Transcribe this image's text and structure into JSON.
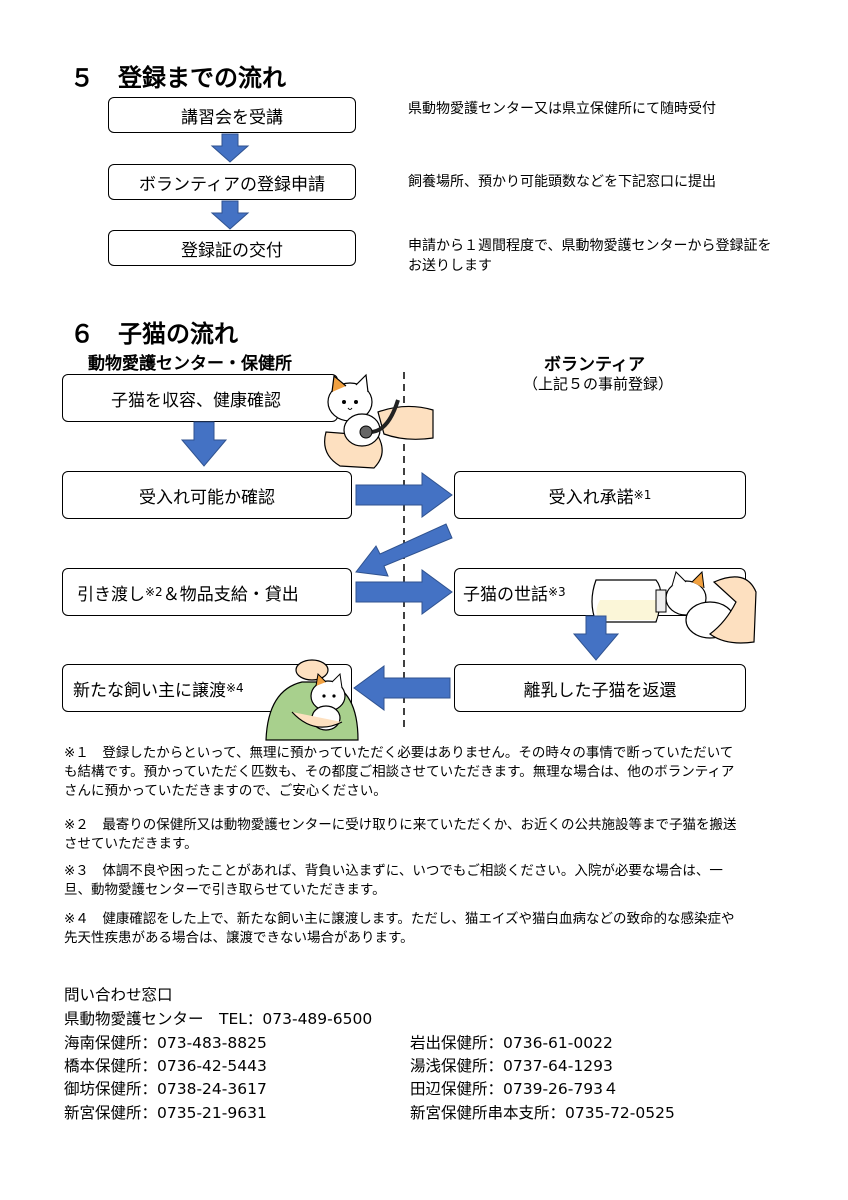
{
  "section5": {
    "heading": "５　登録までの流れ",
    "steps": [
      {
        "label": "講習会を受講",
        "desc": "県動物愛護センター又は県立保健所にて随時受付"
      },
      {
        "label": "ボランティアの登録申請",
        "desc": "飼養場所、預かり可能頭数などを下記窓口に提出"
      },
      {
        "label": "登録証の交付",
        "desc": "申請から１週間程度で、県動物愛護センターから登録証をお送りします"
      }
    ]
  },
  "section6": {
    "heading": "６　子猫の流れ",
    "left_header": "動物愛護センター・保健所",
    "right_header": "ボランティア",
    "right_subheader": "（上記５の事前登録）",
    "boxes": {
      "intake": "子猫を収容、健康確認",
      "confirm": "受入れ可能か確認",
      "accept": "受入れ承諾",
      "accept_mark": "※1",
      "handover": "引き渡し",
      "handover_mark": "※2",
      "handover_rest": "＆物品支給・貸出",
      "care": "子猫の世話",
      "care_mark": "※3",
      "return": "離乳した子猫を返還",
      "adopt": "新たな飼い主に譲渡",
      "adopt_mark": "※4"
    }
  },
  "notes": [
    {
      "mark": "※１",
      "text": "登録したからといって、無理に預かっていただく必要はありません。その時々の事情で断っていただいても結構です。預かっていただく匹数も、その都度ご相談させていただきます。無理な場合は、他のボランティアさんに預かっていただきますので、ご安心ください。"
    },
    {
      "mark": "※２",
      "text": "最寄りの保健所又は動物愛護センターに受け取りに来ていただくか、お近くの公共施設等まで子猫を搬送させていただきます。"
    },
    {
      "mark": "※３",
      "text": "体調不良や困ったことがあれば、背負い込まずに、いつでもご相談ください。入院が必要な場合は、一旦、動物愛護センターで引き取らせていただきます。"
    },
    {
      "mark": "※４",
      "text": "健康確認をした上で、新たな飼い主に譲渡します。ただし、猫エイズや猫白血病などの致命的な感染症や先天性疾患がある場合は、譲渡できない場合があります。"
    }
  ],
  "contact": {
    "title": "問い合わせ窓口",
    "center": "県動物愛護センター　TEL：073-489-6500",
    "offices": [
      "海南保健所：073-483-8825",
      "岩出保健所：0736-61-0022",
      "橋本保健所：0736-42-5443",
      "湯浅保健所：0737-64-1293",
      "御坊保健所：0738-24-3617",
      "田辺保健所：0739-26-793４",
      "新宮保健所：0735-21-9631",
      "新宮保健所串本支所：0735-72-0525"
    ]
  },
  "colors": {
    "arrow": "#4472c4",
    "arrow_stroke": "#2f528f",
    "shirt": "#a8d08d",
    "skin": "#fde0c0",
    "cat_orange": "#f0a040"
  }
}
